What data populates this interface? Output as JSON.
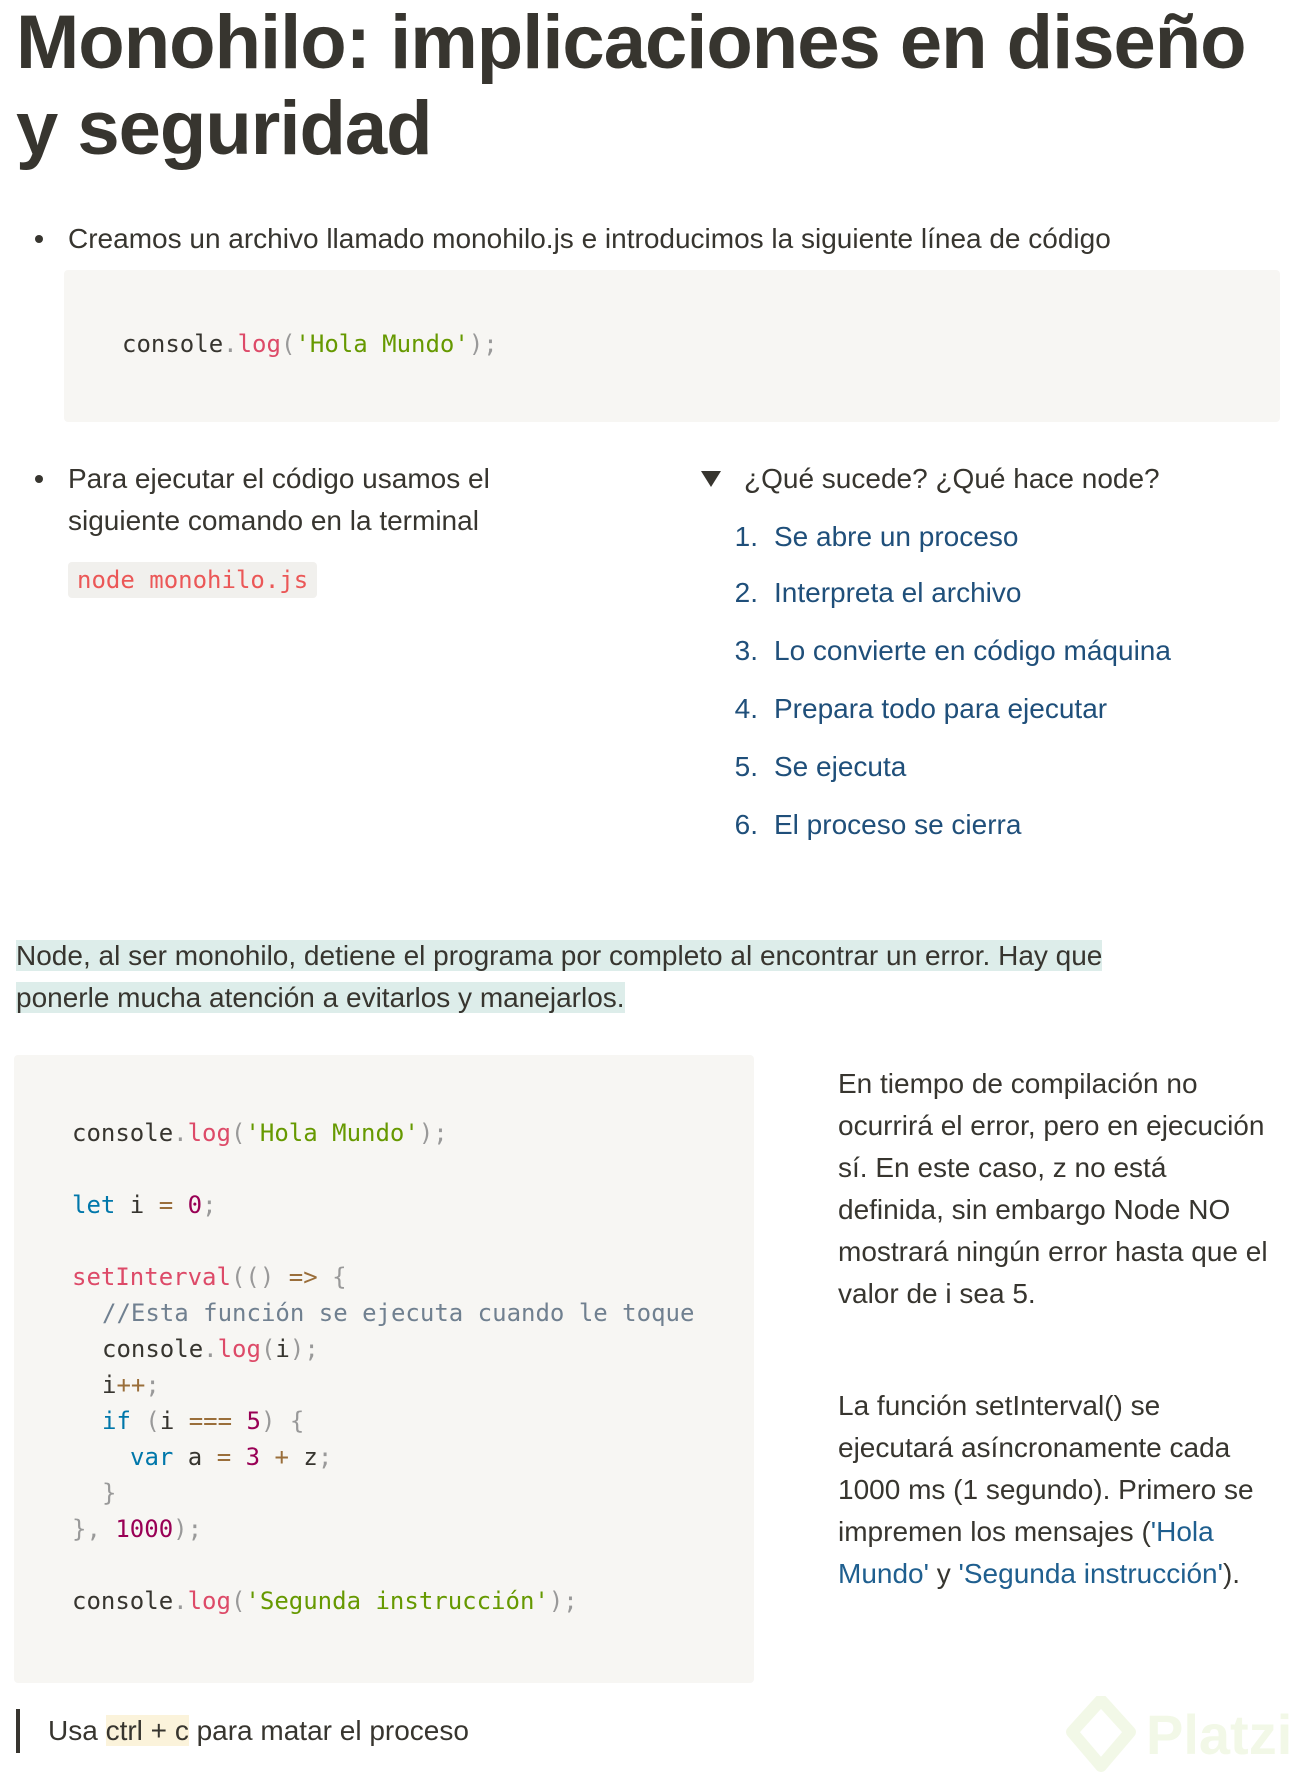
{
  "title": "Monohilo: implicaciones en diseño y seguridad",
  "bullet1": {
    "text": "Creamos un archivo llamado monohilo.js e introducimos la siguiente línea de código"
  },
  "code1": {
    "obj": "console",
    "dot": ".",
    "method": "log",
    "open": "(",
    "string": "'Hola Mundo'",
    "close": ");"
  },
  "bullet2": {
    "line1": "Para ejecutar el código usamos el",
    "line2": "siguiente comando en la terminal",
    "command": "node monohilo.js"
  },
  "toggle": {
    "title": "¿Qué sucede? ¿Qué hace node?",
    "items": [
      {
        "num": "1.",
        "label": "Se abre un proceso"
      },
      {
        "num": "2.",
        "label": "Interpreta el archivo"
      },
      {
        "num": "3.",
        "label": "Lo convierte en código máquina"
      },
      {
        "num": "4.",
        "label": "Prepara todo para ejecutar"
      },
      {
        "num": "5.",
        "label": "Se ejecuta"
      },
      {
        "num": "6.",
        "label": "El proceso se cierra"
      }
    ]
  },
  "highlight": {
    "line1": "Node, al ser monohilo, detiene el programa por completo al encontrar un error. Hay que ",
    "line2": "ponerle mucha atención a evitarlos y manejarlos."
  },
  "code2": {
    "l1_obj": "console",
    "l1_dot": ".",
    "l1_fn": "log",
    "l1_open": "(",
    "l1_str": "'Hola Mundo'",
    "l1_close": ");",
    "l2_kw": "let",
    "l2_var": " i ",
    "l2_op": "=",
    "l2_sp": " ",
    "l2_num": "0",
    "l2_end": ";",
    "l3_fn": "setInterval",
    "l3_open": "(() ",
    "l3_arrow": "=>",
    "l3_brace": " {",
    "l4_comment": "//Esta función se ejecuta cuando le toque",
    "l5_obj": "console",
    "l5_dot": ".",
    "l5_fn": "log",
    "l5_open": "(",
    "l5_arg": "i",
    "l5_close": ");",
    "l6_var": "i",
    "l6_op": "++",
    "l6_end": ";",
    "l7_kw": "if",
    "l7_open": " (",
    "l7_var": "i ",
    "l7_op": "===",
    "l7_sp": " ",
    "l7_num": "5",
    "l7_close": ") {",
    "l8_kw": "var",
    "l8_var": " a ",
    "l8_op": "=",
    "l8_sp": " ",
    "l8_num": "3",
    "l8_sp2": " ",
    "l8_plus": "+",
    "l8_z": " z",
    "l8_end": ";",
    "l9_close": "}",
    "l10_close": "}, ",
    "l10_num": "1000",
    "l10_end": ");",
    "l11_obj": "console",
    "l11_dot": ".",
    "l11_fn": "log",
    "l11_open": "(",
    "l11_str": "'Segunda instrucción'",
    "l11_close": ");"
  },
  "side1": {
    "text": "En tiempo de compilación no ocurrirá el error, pero en ejecución sí. En este caso, z no está definida, sin embargo Node NO mostrará ningún error hasta que el valor de i sea 5."
  },
  "side2": {
    "text_a": "La función setInterval() se ejecutará asíncronamente cada 1000 ms (1 segundo). Primero se impremen los mensajes (",
    "link1": "'Hola Mundo'",
    "text_b": " y ",
    "link2": "'Segunda instrucción'",
    "text_c": ")."
  },
  "quote": {
    "before": "Usa ",
    "highlight": "ctrl + c",
    "after": " para matar el proceso"
  },
  "watermark": {
    "brand": "Platzi",
    "color": "#98ca3f"
  }
}
